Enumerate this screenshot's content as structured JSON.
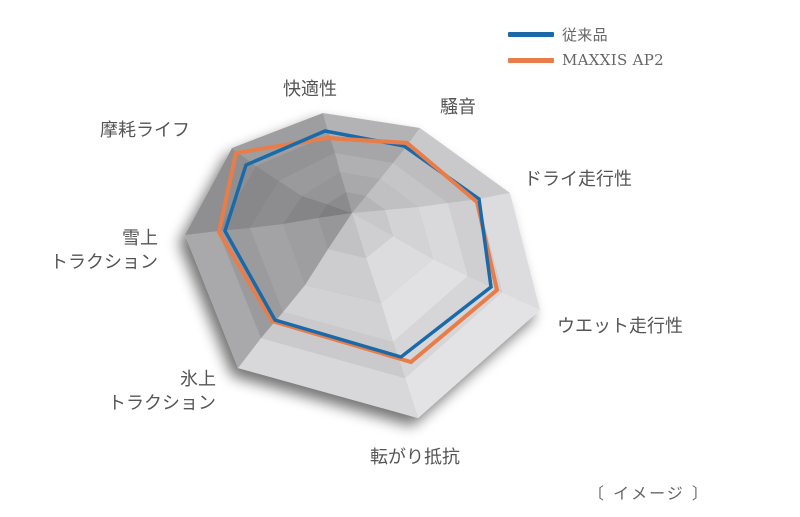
{
  "chart_data": {
    "type": "radar",
    "title": "",
    "axes": [
      "快適性",
      "騒音",
      "ドライ走行性",
      "ウエット走行性",
      "転がり抵抗",
      "氷上トラクション",
      "雪上トラクション",
      "摩耗ライフ"
    ],
    "scale_max": 5,
    "series": [
      {
        "name": "従来品",
        "color": "#1a6aaa",
        "values": [
          4.0,
          3.5,
          3.8,
          3.4,
          3.2,
          3.0,
          3.3,
          3.2
        ]
      },
      {
        "name": "MAXXIS AP2",
        "color": "#e87d4a",
        "values": [
          3.9,
          3.6,
          3.7,
          3.7,
          3.6,
          3.1,
          3.6,
          3.9
        ]
      }
    ],
    "legend_position": "top-right",
    "annotation": "〔 イメージ 〕"
  },
  "legend": {
    "items": [
      {
        "label": "従来品",
        "color": "#1a6aaa"
      },
      {
        "label": "MAXXIS AP2",
        "color": "#e87d4a"
      }
    ]
  },
  "labels": {
    "comfort": "快適性",
    "noise": "騒音",
    "dry": "ドライ走行性",
    "wet": "ウエット走行性",
    "rolling": "転がり抵抗",
    "ice_line1": "氷上",
    "ice_line2": "トラクション",
    "snow_line1": "雪上",
    "snow_line2": "トラクション",
    "wear": "摩耗ライフ"
  },
  "note": "〔 イメージ 〕"
}
